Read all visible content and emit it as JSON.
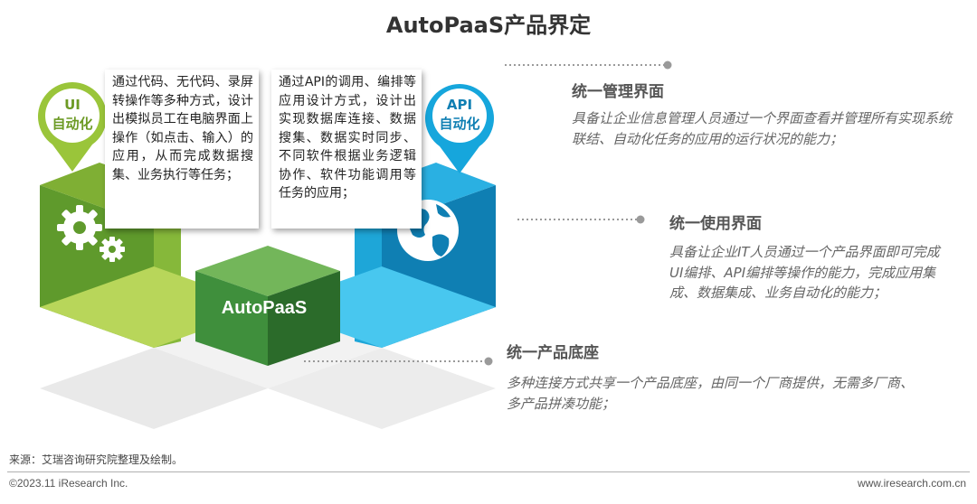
{
  "title": "AutoPaaS产品界定",
  "ui_pin": {
    "line1": "UI",
    "line2": "自动化"
  },
  "api_pin": {
    "line1": "API",
    "line2": "自动化"
  },
  "center_label": "AutoPaaS",
  "notes": [
    {
      "text": "通过代码、无代码、录屏转操作等多种方式，设计出模拟员工在电脑界面上操作（如点击、输入）的应用，从而完成数据搜集、业务执行等任务；"
    },
    {
      "text": "通过API的调用、编排等应用设计方式，设计出实现数据库连接、数据搜集、数据实时同步、不同软件根据业务逻辑协作、软件功能调用等任务的应用；"
    }
  ],
  "features": [
    {
      "heading": "统一管理界面",
      "description": "具备让企业信息管理人员通过一个界面查看并管理所有实现系统联结、自动化任务的应用的运行状况的能力；"
    },
    {
      "heading": "统一使用界面",
      "description": "具备让企业IT人员通过一个产品界面即可完成UI编排、API编排等操作的能力，完成应用集成、数据集成、业务自动化的能力；"
    },
    {
      "heading": "统一产品底座",
      "description": "多种连接方式共享一个产品底座，由同一个厂商提供，无需多厂商、多产品拼凑功能；"
    }
  ],
  "source": "来源：艾瑞咨询研究院整理及绘制。",
  "footer_left": "©2023.11 iResearch Inc.",
  "footer_right": "www.iresearch.com.cn",
  "colors": {
    "green": "#9ac53a",
    "blue": "#16a6dc",
    "dark_green": "#3f8f3c"
  }
}
